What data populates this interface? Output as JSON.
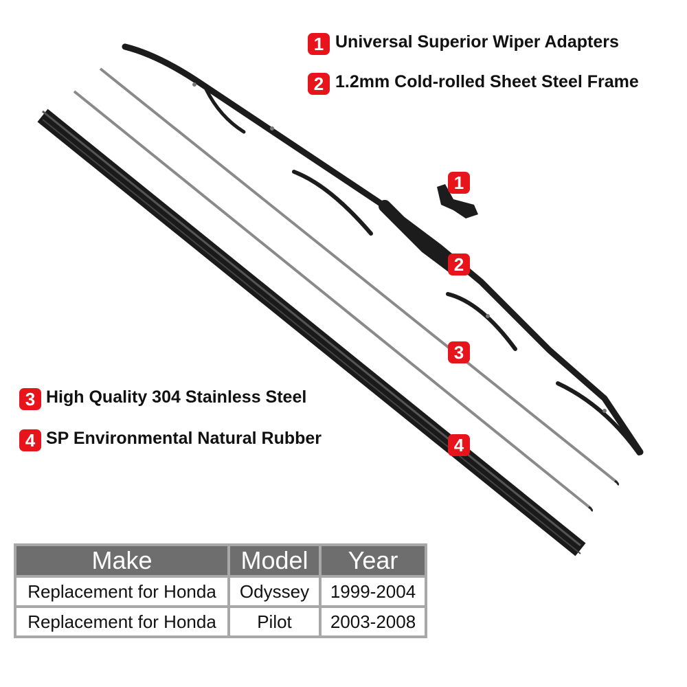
{
  "features": [
    {
      "num": "1",
      "label": "Universal Superior Wiper Adapters"
    },
    {
      "num": "2",
      "label": "1.2mm Cold-rolled Sheet Steel Frame"
    },
    {
      "num": "3",
      "label": "High Quality 304 Stainless Steel"
    },
    {
      "num": "4",
      "label": "SP Environmental Natural Rubber"
    }
  ],
  "callouts": [
    "1",
    "2",
    "3",
    "4"
  ],
  "table": {
    "headers": [
      "Make",
      "Model",
      "Year"
    ],
    "rows": [
      [
        "Replacement for Honda",
        "Odyssey",
        "1999-2004"
      ],
      [
        "Replacement for Honda",
        "Pilot",
        "2003-2008"
      ]
    ]
  },
  "colors": {
    "badge": "#e8141b",
    "header_bg": "#6e6e6e",
    "border": "#a8a8a8"
  }
}
